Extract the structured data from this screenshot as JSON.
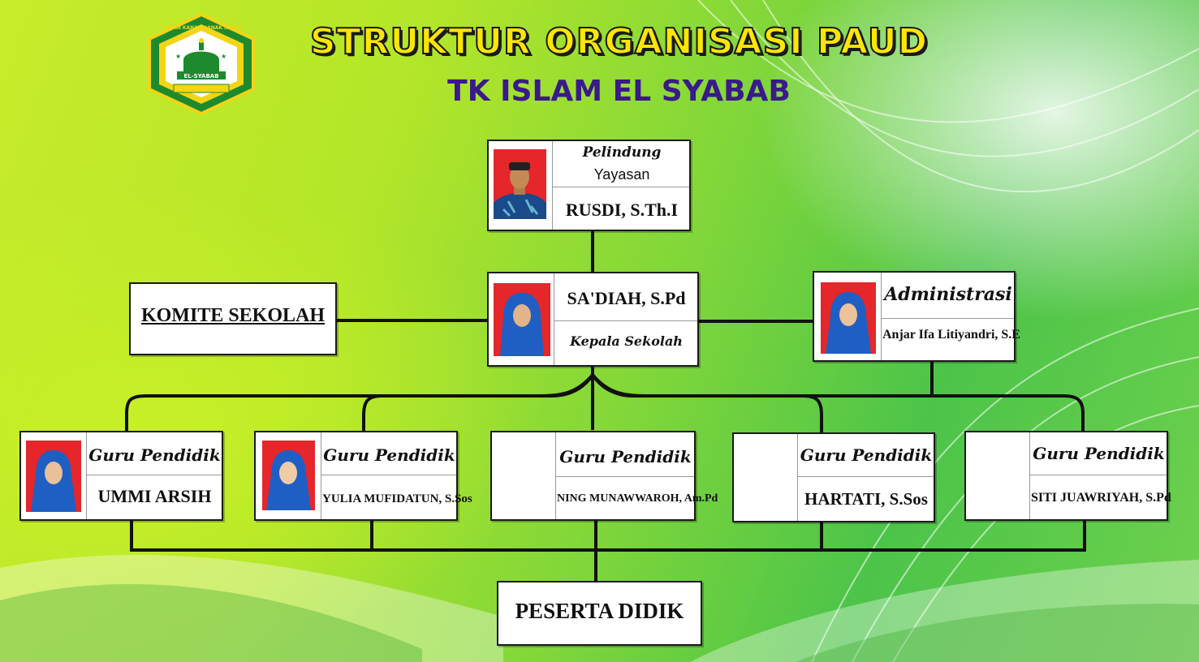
{
  "header": {
    "title": "STRUKTUR ORGANISASI PAUD",
    "subtitle": "TK ISLAM EL SYABAB"
  },
  "logo": {
    "top_text": "TAMAN KANAK-KANAK ISLAM",
    "banner_text": "EL-SYABAB"
  },
  "colors": {
    "title_fill": "#ffe600",
    "subtitle": "#3a1a8a",
    "photo_background": "#e5262a",
    "logo_green": "#1e8a2e",
    "logo_yellow": "#f2d516"
  },
  "pelindung": {
    "role": "Pelindung",
    "org": "Yayasan",
    "name": "RUSDI, S.Th.I"
  },
  "kepala": {
    "name": "SA'DIAH, S.Pd",
    "role": "Kepala Sekolah"
  },
  "komite": {
    "label": "KOMITE SEKOLAH"
  },
  "administrasi": {
    "role": "Administrasi",
    "name": "Anjar Ifa Litiyandri, S.E"
  },
  "guru": [
    {
      "role": "Guru Pendidik",
      "name": "UMMI ARSIH"
    },
    {
      "role": "Guru Pendidik",
      "name": "YULIA MUFIDATUN, S.Sos"
    },
    {
      "role": "Guru Pendidik",
      "name": "NING MUNAWWAROH, Am.Pd"
    },
    {
      "role": "Guru Pendidik",
      "name": "HARTATI, S.Sos"
    },
    {
      "role": "Guru Pendidik",
      "name": "SITI JUAWRIYAH, S.Pd"
    }
  ],
  "peserta": {
    "label": "PESERTA DIDIK"
  }
}
